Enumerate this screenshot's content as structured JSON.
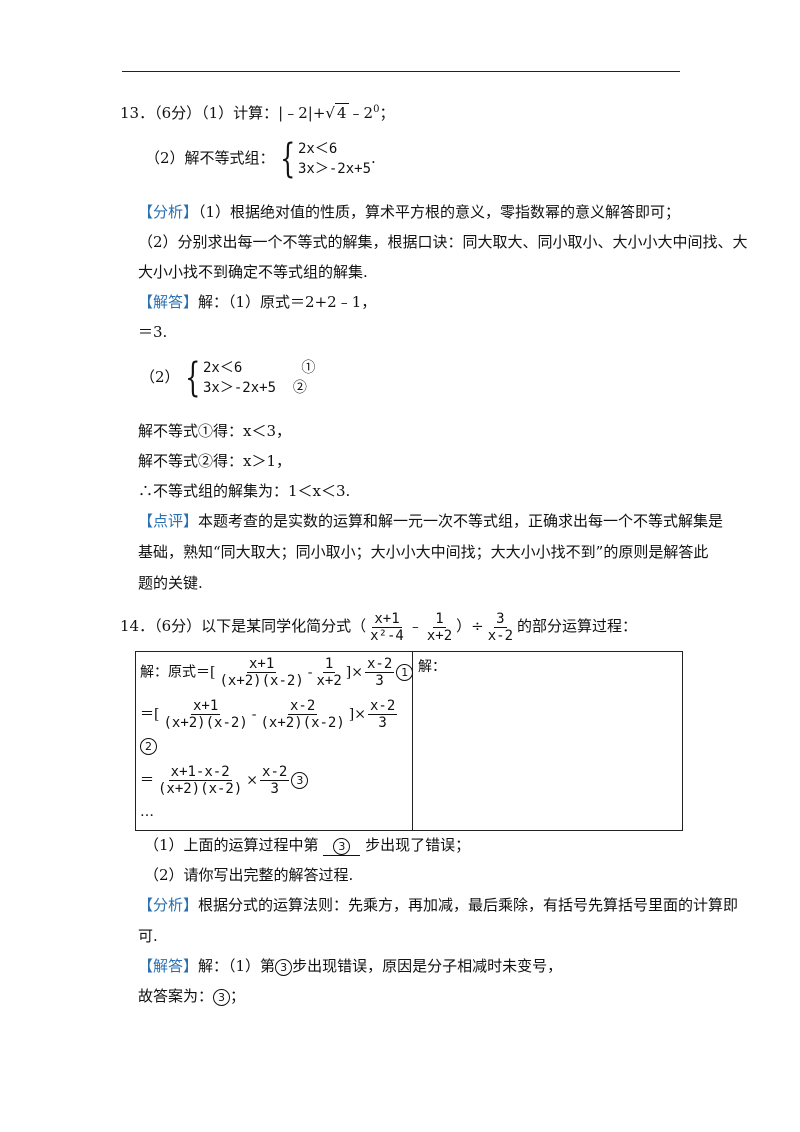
{
  "q13": {
    "stem": "13．（6分）（1）计算：|﹣2|+",
    "sqrt_val": "4",
    "stem_tail": "﹣2",
    "sup": "0",
    "stem_end": "；",
    "part2": "（2）解不等式组：",
    "ineq1": "2x＜6",
    "ineq2": "3x＞-2x+5",
    "ineq_end": ".",
    "analysis_tag": "【分析】",
    "analysis1": "（1）根据绝对值的性质，算术平方根的意义，零指数幂的意义解答即可；",
    "analysis2": "（2）分别求出每一个不等式的解集，根据口诀：同大取大、同小取小、大小小大中间找、大",
    "analysis3": "大小小找不到确定不等式组的解集.",
    "answer_tag": "【解答】",
    "answer1": "解：（1）原式＝2+2﹣1，",
    "answer2": "＝3.",
    "ans_part2": "（2）",
    "c1": "①",
    "c2": "②",
    "sol1": "解不等式①得：x＜3，",
    "sol2": "解不等式②得：x＞1，",
    "sol3": "∴不等式组的解集为：1＜x＜3.",
    "comment_tag": "【点评】",
    "comment1": "本题考查的是实数的运算和解一元一次不等式组，正确求出每一个不等式解集是",
    "comment2": "基础，熟知“同大取大；同小取小；大小小大中间找；大大小小找不到”的原则是解答此",
    "comment3": "题的关键."
  },
  "q14": {
    "stem_a": "14．（6分）以下是某同学化简分式（",
    "f1n": "x+1",
    "f1d": "x²-4",
    "minus": "﹣",
    "f2n": "1",
    "f2d": "x+2",
    "close": "）÷",
    "f3n": "3",
    "f3d": "x-2",
    "stem_b": "的部分运算过程：",
    "box": {
      "l1a": "解：原式＝[",
      "l1f1n": "x+1",
      "l1f1d": "(x+2)(x-2)",
      "l1m": "-",
      "l1f2n": "1",
      "l1f2d": "x+2",
      "l1x": "]×",
      "l1f3n": "x-2",
      "l1f3d": "3",
      "c1": "1",
      "l2a": "＝[",
      "l2f1n": "x+1",
      "l2f1d": "(x+2)(x-2)",
      "l2m": "-",
      "l2f2n": "x-2",
      "l2f2d": "(x+2)(x-2)",
      "l2x": "]×",
      "l2f3n": "x-2",
      "l2f3d": "3",
      "c2": "2",
      "l3a": "＝",
      "l3fn": "x+1-x-2",
      "l3fd": "(x+2)(x-2)",
      "l3x": "×",
      "l3f2n": "x-2",
      "l3f2d": "3",
      "c3": "3",
      "dots": "…",
      "right": "解："
    },
    "p1a": "（1）上面的运算过程中第",
    "p1ans": "3",
    "p1b": "步出现了错误；",
    "p2": "（2）请你写出完整的解答过程.",
    "analysis_tag": "【分析】",
    "analysis1": "根据分式的运算法则：先乘方，再加减，最后乘除，有括号先算括号里面的计算即",
    "analysis2": "可.",
    "answer_tag": "【解答】",
    "answer1a": "解：（1）第",
    "answer1c": "3",
    "answer1b": "步出现错误，原因是分子相减时未变号，",
    "answer2a": "故答案为：",
    "answer2c": "3",
    "answer2b": "；"
  }
}
